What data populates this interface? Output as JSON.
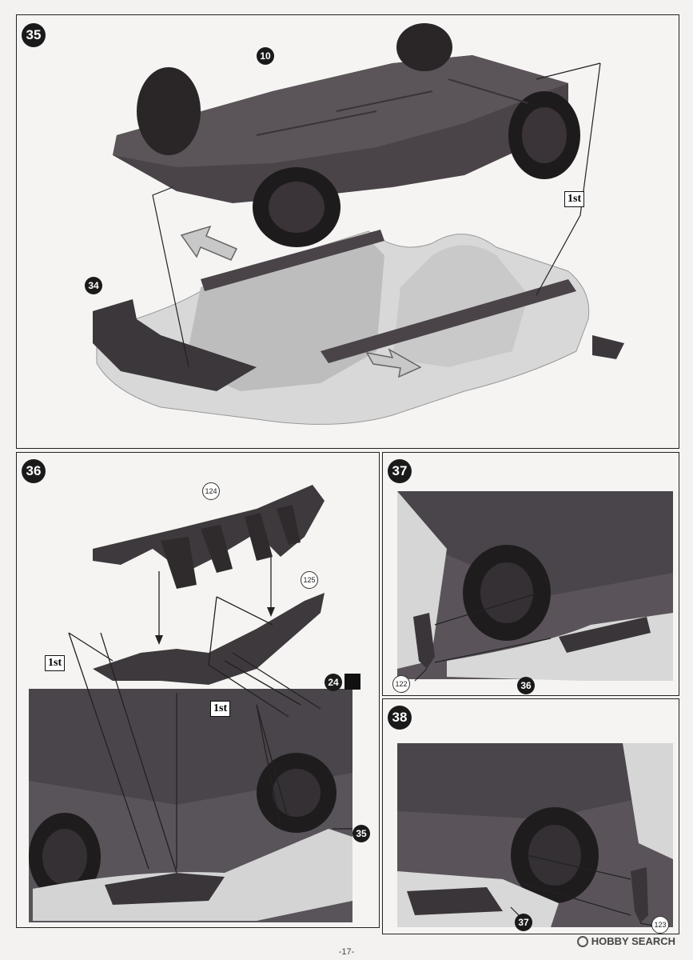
{
  "steps": {
    "s35": "35",
    "s36": "36",
    "s37": "37",
    "s38": "38"
  },
  "parts": {
    "p10": "10",
    "p34": "34",
    "p124": "124",
    "p125": "125",
    "p24": "24",
    "p35": "35",
    "p122": "122",
    "p36": "36",
    "p123": "123",
    "p37": "37"
  },
  "first_tag": "1st",
  "page_number": "-17-",
  "watermark": "HOBBY SEARCH"
}
